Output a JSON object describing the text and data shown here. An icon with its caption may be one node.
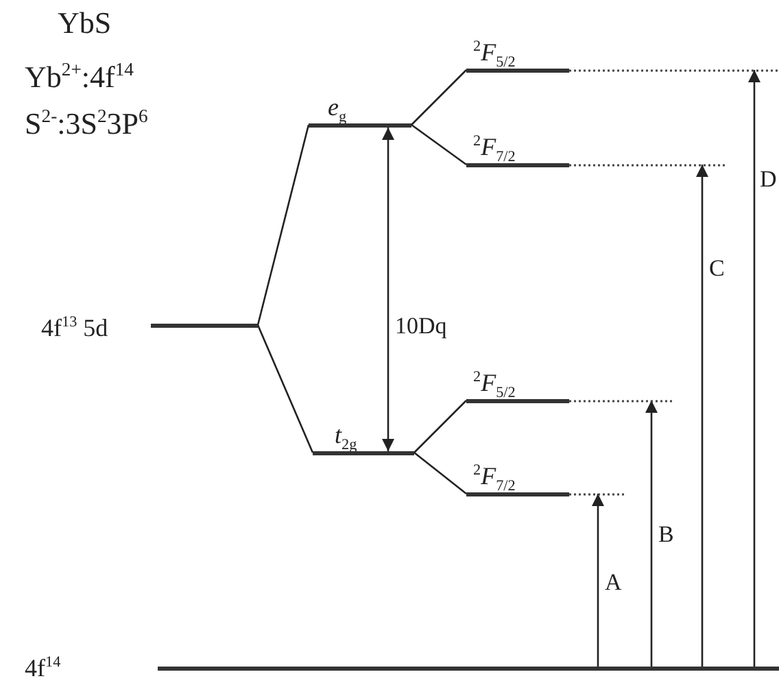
{
  "diagram": {
    "nodes": [
      {
        "text": [
          "4f$^{14}$"
        ]
      },
      {
        "text": [
          "4f$^{13}$ 5d"
        ]
      },
      {
        "text": [
          "*e*$_{g}$"
        ]
      },
      {
        "text": [
          "*t*$_{2g}$"
        ]
      },
      {
        "text": [
          "$^{2}$*F*$_{5/2}$"
        ]
      },
      {
        "text": [
          "$^{2}$*F*$_{7/2}$"
        ]
      },
      {
        "text": [
          "$^{2}$*F*$_{5/2}$"
        ]
      },
      {
        "text": [
          "$^{2}$*F*$_{7/2}$"
        ]
      }
    ],
    "edges": [
      {
        "from": 1,
        "to": 2,
        "arrow": "none"
      },
      {
        "from": 1,
        "to": 3,
        "arrow": "none"
      },
      {
        "from": 2,
        "to": 4,
        "arrow": "none"
      },
      {
        "from": 2,
        "to": 5,
        "arrow": "none"
      },
      {
        "from": 3,
        "to": 6,
        "arrow": "none"
      },
      {
        "from": 3,
        "to": 7,
        "arrow": "none"
      },
      {
        "from": 2,
        "to": 3,
        "arrow": "both",
        "label": "10Dq"
      },
      {
        "from": 0,
        "to": 7,
        "arrow": "to",
        "label": "A"
      },
      {
        "from": 0,
        "to": 6,
        "arrow": "to",
        "label": "B"
      },
      {
        "from": 0,
        "to": 5,
        "arrow": "to",
        "label": "C"
      },
      {
        "from": 0,
        "to": 4,
        "arrow": "to",
        "label": "D"
      }
    ],
    "labels": [
      "YbS",
      "Yb$^{2+}$:4f$^{14}$",
      "S$^{2-}$:3S$^{2}$3P$^{6}$"
    ]
  }
}
